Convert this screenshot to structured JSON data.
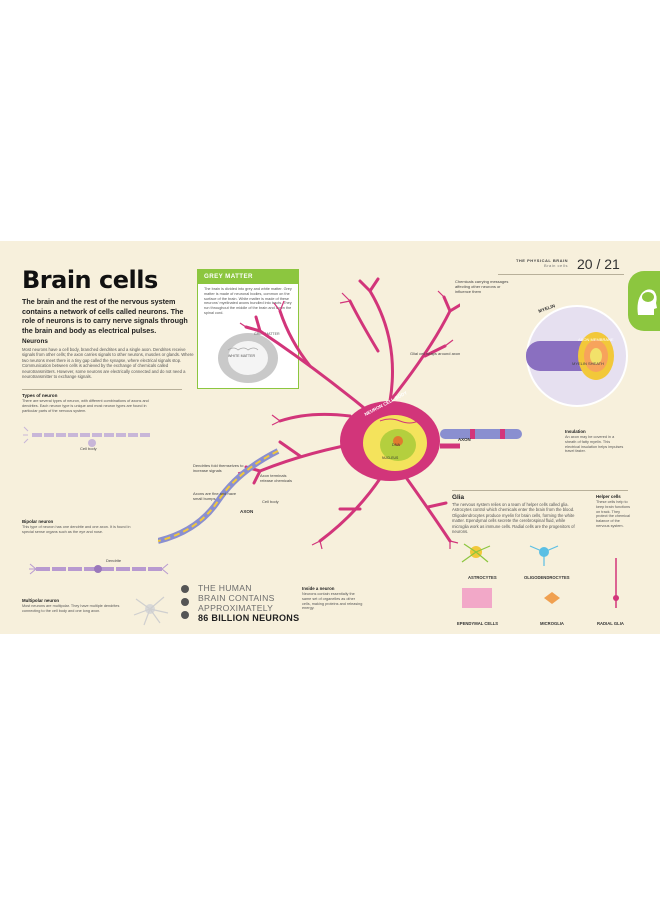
{
  "page": {
    "title": "Brain cells",
    "intro": "The brain and the rest of the nervous system contains a network of cells called neurons. The role of neurons is to carry nerve signals through the brain and body as electrical pulses.",
    "running_head": "THE PHYSICAL BRAIN",
    "running_sub": "Brain cells",
    "page_numbers": "20 / 21",
    "accent": "#8cc63f",
    "neuron_color": "#d2357a"
  },
  "neurons": {
    "heading": "Neurons",
    "body": "Most neurons have a cell body, branched dendrites and a single axon. Dendrites receive signals from other cells; the axon carries signals to other neurons, muscles or glands. Where two neurons meet there is a tiny gap called the synapse, where electrical signals stop. Communication between cells is achieved by the exchange of chemicals called neurotransmitters. However, some neurons are electrically connected and do not need a neurotransmitter to exchange signals."
  },
  "types": {
    "heading": "Types of neuron",
    "body": "There are several types of neuron, with different combinations of axons and dendrites. Each neuron type is unique and most neuron types are found in particular parts of the nervous system.",
    "unipolar_note": "Cell body",
    "bipolar_heading": "Bipolar neuron",
    "bipolar_body": "This type of neuron has one dendrite and one axon. It is found in special sense organs such as the eye and nose.",
    "multipolar_heading": "Multipolar neuron",
    "multipolar_body": "Most neurons are multipolar. They have multiple dendrites connecting to the cell body and one long axon."
  },
  "grey_matter": {
    "heading": "GREY MATTER",
    "body": "The brain is divided into grey and white matter. Grey matter is made of neuronal bodies, common on the surface of the brain. White matter is made of these neurons' myelinated axons bundled into tracts. They run throughout the middle of the brain and down the spinal cord.",
    "label_grey": "GREY MATTER",
    "label_white": "WHITE MATTER"
  },
  "diagram": {
    "cell_body": "NEURON CELL BODY",
    "dna": "DNA",
    "nucleus": "NUCLEUS",
    "axon": "AXON",
    "myelin": "MYELIN",
    "axon_mem": "AXON MEMBRANE",
    "myelin_sheath": "MYELIN SHEATH"
  },
  "notes": {
    "chemicals": "Chemicals carrying messages affecting other neurons or influence them",
    "synapse_a": "Dendrites fold themselves to increase signals",
    "synapse_b": "Axons are fine and have small bumps",
    "axon_note": "Axon terminals release chemicals",
    "insulation_head": "Insulation",
    "insulation_body": "An axon may be covered in a sheath of fatty myelin. This electrical insulation helps impulses travel faster.",
    "glial_cell": "Glial cell wraps around axon",
    "cell_body_note": "Cell body",
    "dendrite_note": "Dendrite"
  },
  "human": {
    "line1": "THE HUMAN",
    "line2": "BRAIN CONTAINS",
    "line3": "APPROXIMATELY",
    "line4": "86 BILLION NEURONS"
  },
  "inside": {
    "heading": "Inside a neuron",
    "body": "Neurons contain essentially the same set of organelles as other cells, making proteins and releasing energy."
  },
  "glia": {
    "heading": "Glia",
    "body": "The nervous system relies on a team of helper cells called glia. Astrocytes control which chemicals enter the brain from the blood. Oligodendrocytes produce myelin for brain cells, forming the white matter. Ependymal cells secrete the cerebrospinal fluid, while microglia work as immune cells. Radial cells are the progenitors of neurons.",
    "helper_head": "Helper cells",
    "helper_body": "These cells help to keep brain functions on track. They protect the chemical balance of the nervous system.",
    "cells": [
      "ASTROCYTES",
      "OLIGODENDROCYTES",
      "EPENDYMAL CELLS",
      "MICROGLIA",
      "RADIAL GLIA"
    ]
  }
}
